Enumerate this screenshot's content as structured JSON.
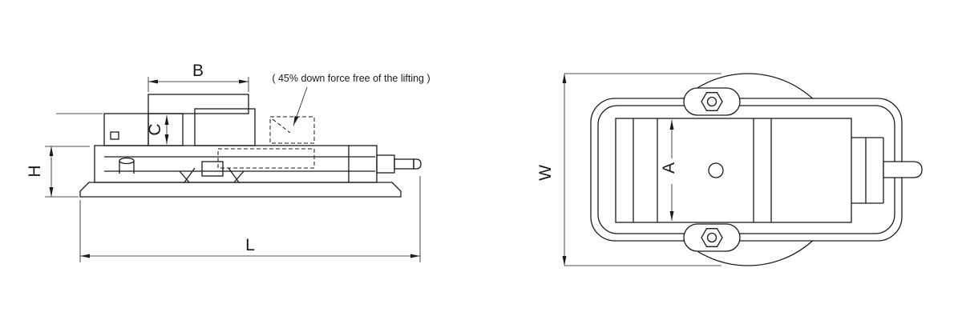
{
  "colors": {
    "line": "#1a1a1a",
    "background": "#ffffff"
  },
  "drawing": {
    "annotation": "( 45% down force free of the lifting )",
    "side_view": {
      "dim_b": "B",
      "dim_c": "C",
      "dim_h": "H",
      "dim_l": "L"
    },
    "top_view": {
      "dim_w": "W",
      "dim_a": "A"
    }
  }
}
